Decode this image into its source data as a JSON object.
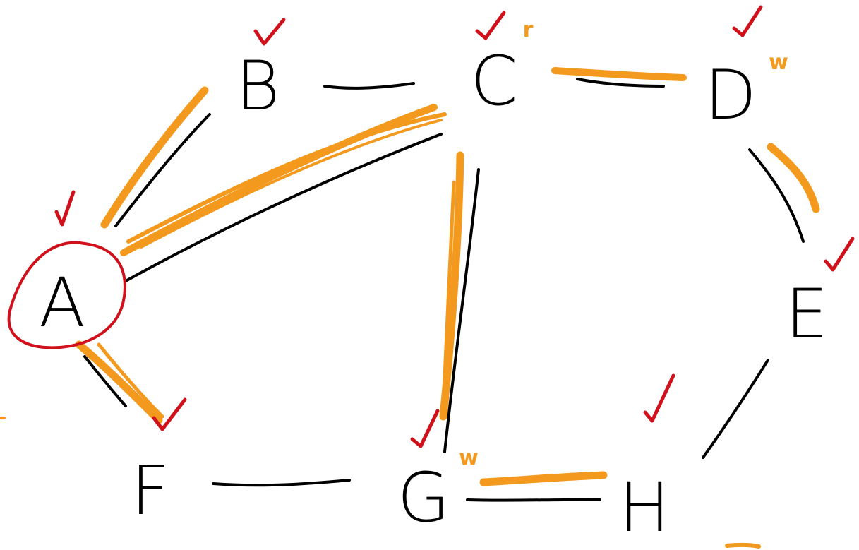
{
  "colors": {
    "ink": "#000000",
    "highlight": "#f39a1e",
    "check": "#d0111b"
  },
  "nodes": {
    "A": {
      "label": "A",
      "checked": true,
      "circled": true
    },
    "B": {
      "label": "B",
      "checked": true
    },
    "C": {
      "label": "C",
      "checked": true,
      "mark": "r"
    },
    "D": {
      "label": "D",
      "checked": true,
      "mark": "w"
    },
    "E": {
      "label": "E",
      "checked": true
    },
    "F": {
      "label": "F",
      "checked": true
    },
    "G": {
      "label": "G",
      "checked": true,
      "mark": "w"
    },
    "H": {
      "label": "H",
      "checked": true
    }
  },
  "edges": [
    {
      "from": "A",
      "to": "B",
      "highlighted": true
    },
    {
      "from": "A",
      "to": "C",
      "highlighted": true
    },
    {
      "from": "A",
      "to": "F",
      "highlighted": true
    },
    {
      "from": "B",
      "to": "C",
      "highlighted": false
    },
    {
      "from": "C",
      "to": "D",
      "highlighted": true
    },
    {
      "from": "C",
      "to": "G",
      "highlighted": true
    },
    {
      "from": "D",
      "to": "E",
      "highlighted": true
    },
    {
      "from": "E",
      "to": "H",
      "highlighted": false
    },
    {
      "from": "F",
      "to": "G",
      "highlighted": false
    },
    {
      "from": "G",
      "to": "H",
      "highlighted": true
    }
  ]
}
